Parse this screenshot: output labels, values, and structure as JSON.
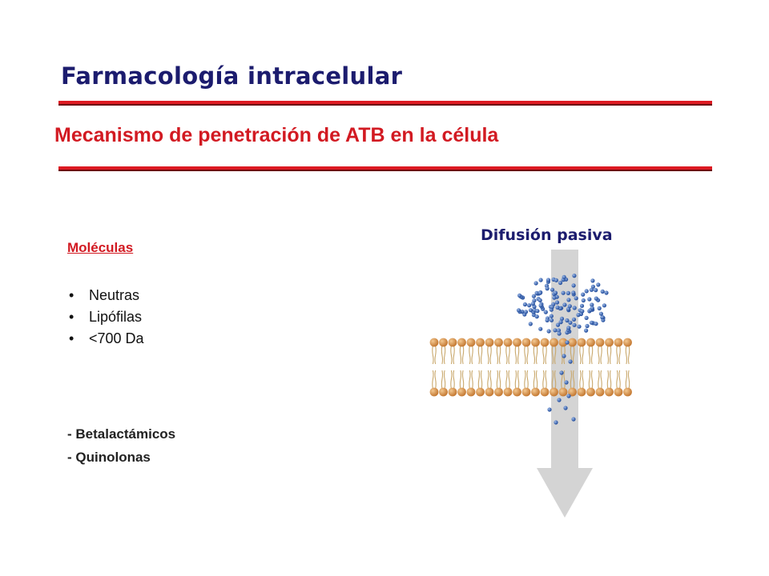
{
  "slide": {
    "title": "Farmacología intracelular",
    "subtitle": "Mecanismo de penetración de ATB en la célula"
  },
  "molecules": {
    "heading": "Moléculas",
    "properties": [
      "Neutras",
      "Lipófilas",
      "<700 Da"
    ]
  },
  "examples": [
    "- Betalactámicos",
    "- Quinolonas"
  ],
  "diagram": {
    "title": "Difusión pasiva",
    "colors": {
      "arrow": "#d4d4d4",
      "molecule": "#1f4a9a",
      "lipid_head": "#c57a33",
      "lipid_tail": "#c9a86c"
    }
  }
}
